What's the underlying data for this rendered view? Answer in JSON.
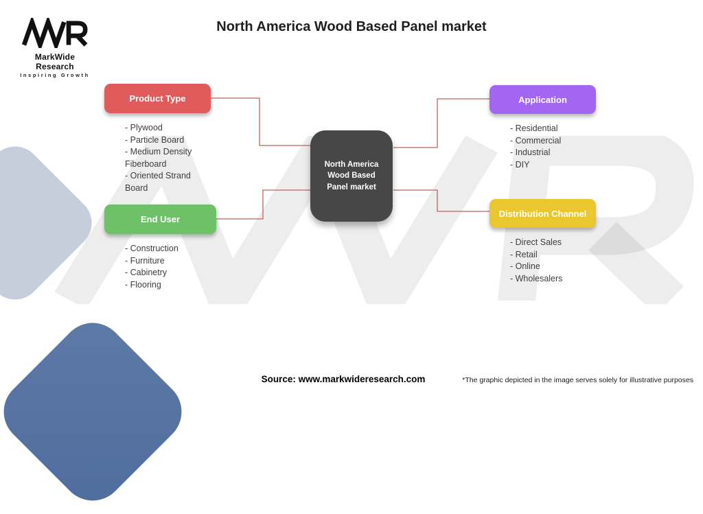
{
  "title": "North America Wood Based Panel market",
  "logo": {
    "mark": "MWR",
    "name": "MarkWide Research",
    "tagline": "Inspiring Growth"
  },
  "center": {
    "label": "North America Wood Based Panel market"
  },
  "categories": [
    {
      "id": "product-type",
      "label": "Product Type",
      "color": "#E05C5C",
      "position": "top-left",
      "items": [
        "Plywood",
        "Particle Board",
        "Medium Density Fiberboard",
        "Oriented Strand Board"
      ]
    },
    {
      "id": "application",
      "label": "Application",
      "color": "#A266F2",
      "position": "top-right",
      "items": [
        "Residential",
        "Commercial",
        "Industrial",
        "DIY"
      ]
    },
    {
      "id": "end-user",
      "label": "End User",
      "color": "#6FC167",
      "position": "bottom-left",
      "items": [
        "Construction",
        "Furniture",
        "Cabinetry",
        "Flooring"
      ]
    },
    {
      "id": "distribution-channel",
      "label": "Distribution Channel",
      "color": "#EAC72F",
      "position": "bottom-right",
      "items": [
        "Direct Sales",
        "Retail",
        "Online",
        "Wholesalers"
      ]
    }
  ],
  "footer": {
    "source": "Source: www.markwideresearch.com",
    "disclaimer": "*The graphic depicted in the image serves solely for illustrative purposes"
  },
  "colors": {
    "center_box": "#474747",
    "connector": "#C0625C",
    "watermark": "rgba(0,0,0,0.07)",
    "decor_light": "#C6CEDB",
    "decor_dark": "#5E7AA6",
    "title_text": "#1F1F1F",
    "item_text": "#3D3D3D"
  }
}
